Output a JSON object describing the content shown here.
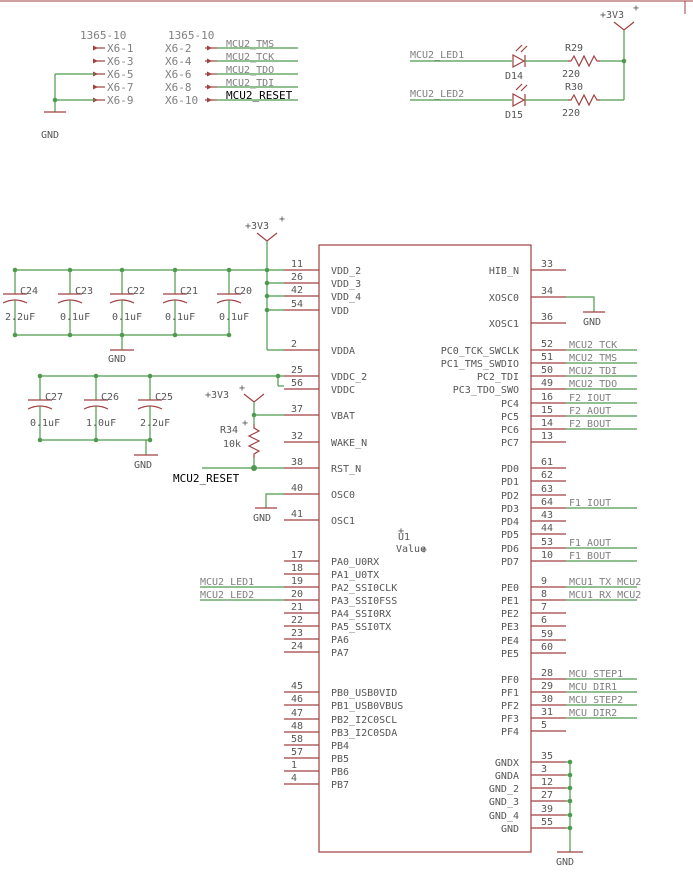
{
  "header": {
    "conn_a_title": "1365-10",
    "conn_b_title": "1365-10",
    "conn_a_pins": [
      "X6-1",
      "X6-3",
      "X6-5",
      "X6-7",
      "X6-9"
    ],
    "conn_b_pins": [
      "X6-2",
      "X6-4",
      "X6-6",
      "X6-8",
      "X6-10"
    ],
    "conn_b_nets": [
      "MCU2_TMS",
      "MCU2_TCK",
      "MCU2_TDO",
      "MCU2_TDI",
      "MCU2_RESET"
    ],
    "gnd_label": "GND"
  },
  "leds": {
    "supply": "+3V3",
    "rows": [
      {
        "net": "MCU2_LED1",
        "led": "D14",
        "res": "R29",
        "value": "220"
      },
      {
        "net": "MCU2_LED2",
        "led": "D15",
        "res": "R30",
        "value": "220"
      }
    ]
  },
  "caps_top": {
    "supply": "+3V3",
    "gnd": "GND",
    "items": [
      {
        "name": "C24",
        "value": "2.2uF"
      },
      {
        "name": "C23",
        "value": "0.1uF"
      },
      {
        "name": "C22",
        "value": "0.1uF"
      },
      {
        "name": "C21",
        "value": "0.1uF"
      },
      {
        "name": "C20",
        "value": "0.1uF"
      }
    ]
  },
  "caps_bottom": {
    "gnd": "GND",
    "items": [
      {
        "name": "C27",
        "value": "0.1uF"
      },
      {
        "name": "C26",
        "value": "1.0uF"
      },
      {
        "name": "C25",
        "value": "2.2uF"
      }
    ]
  },
  "reset": {
    "supply": "+3V3",
    "res": "R34",
    "value": "10k",
    "net": "MCU2_RESET",
    "gnd": "GND"
  },
  "chip": {
    "name": "U1",
    "value": "Value",
    "left_pins": [
      {
        "num": "11",
        "label": "VDD_2"
      },
      {
        "num": "26",
        "label": "VDD_3"
      },
      {
        "num": "42",
        "label": "VDD_4"
      },
      {
        "num": "54",
        "label": "VDD"
      },
      {
        "num": "2",
        "label": "VDDA"
      },
      {
        "num": "25",
        "label": "VDDC_2"
      },
      {
        "num": "56",
        "label": "VDDC"
      },
      {
        "num": "37",
        "label": "VBAT"
      },
      {
        "num": "32",
        "label": "WAKE_N"
      },
      {
        "num": "38",
        "label": "RST_N"
      },
      {
        "num": "40",
        "label": "OSC0"
      },
      {
        "num": "41",
        "label": "OSC1"
      },
      {
        "num": "17",
        "label": "PA0_U0RX"
      },
      {
        "num": "18",
        "label": "PA1_U0TX"
      },
      {
        "num": "19",
        "label": "PA2_SSI0CLK"
      },
      {
        "num": "20",
        "label": "PA3_SSI0FSS"
      },
      {
        "num": "21",
        "label": "PA4_SSI0RX"
      },
      {
        "num": "22",
        "label": "PA5_SSI0TX"
      },
      {
        "num": "23",
        "label": "PA6"
      },
      {
        "num": "24",
        "label": "PA7"
      },
      {
        "num": "45",
        "label": "PB0_USB0VID"
      },
      {
        "num": "46",
        "label": "PB1_USB0VBUS"
      },
      {
        "num": "47",
        "label": "PB2_I2C0SCL"
      },
      {
        "num": "48",
        "label": "PB3_I2C0SDA"
      },
      {
        "num": "58",
        "label": "PB4"
      },
      {
        "num": "57",
        "label": "PB5"
      },
      {
        "num": "1",
        "label": "PB6"
      },
      {
        "num": "4",
        "label": "PB7"
      }
    ],
    "left_nets": {
      "pa2": "MCU2_LED1",
      "pa3": "MCU2_LED2",
      "rst": "MCU2_RESET"
    },
    "right_pins": [
      {
        "num": "33",
        "label": "HIB_N",
        "net": ""
      },
      {
        "num": "34",
        "label": "XOSC0",
        "net": ""
      },
      {
        "num": "36",
        "label": "XOSC1",
        "net": ""
      },
      {
        "num": "52",
        "label": "PC0_TCK_SWCLK",
        "net": "MCU2_TCK"
      },
      {
        "num": "51",
        "label": "PC1_TMS_SWDIO",
        "net": "MCU2_TMS"
      },
      {
        "num": "50",
        "label": "PC2_TDI",
        "net": "MCU2_TDI"
      },
      {
        "num": "49",
        "label": "PC3_TDO_SWO",
        "net": "MCU2_TDO"
      },
      {
        "num": "16",
        "label": "PC4",
        "net": "F2_IOUT"
      },
      {
        "num": "15",
        "label": "PC5",
        "net": "F2_AOUT"
      },
      {
        "num": "14",
        "label": "PC6",
        "net": "F2_BOUT"
      },
      {
        "num": "13",
        "label": "PC7",
        "net": ""
      },
      {
        "num": "61",
        "label": "PD0",
        "net": ""
      },
      {
        "num": "62",
        "label": "PD1",
        "net": ""
      },
      {
        "num": "63",
        "label": "PD2",
        "net": ""
      },
      {
        "num": "64",
        "label": "PD3",
        "net": "F1_IOUT"
      },
      {
        "num": "43",
        "label": "PD4",
        "net": ""
      },
      {
        "num": "44",
        "label": "PD5",
        "net": ""
      },
      {
        "num": "53",
        "label": "PD6",
        "net": "F1_AOUT"
      },
      {
        "num": "10",
        "label": "PD7",
        "net": "F1_BOUT"
      },
      {
        "num": "9",
        "label": "PE0",
        "net": "MCU1_TX_MCU2"
      },
      {
        "num": "8",
        "label": "PE1",
        "net": "MCU1_RX_MCU2"
      },
      {
        "num": "7",
        "label": "PE2",
        "net": ""
      },
      {
        "num": "6",
        "label": "PE3",
        "net": ""
      },
      {
        "num": "59",
        "label": "PE4",
        "net": ""
      },
      {
        "num": "60",
        "label": "PE5",
        "net": ""
      },
      {
        "num": "28",
        "label": "PF0",
        "net": "MCU_STEP1"
      },
      {
        "num": "29",
        "label": "PF1",
        "net": "MCU_DIR1"
      },
      {
        "num": "30",
        "label": "PF2",
        "net": "MCU_STEP2"
      },
      {
        "num": "31",
        "label": "PF3",
        "net": "MCU_DIR2"
      },
      {
        "num": "5",
        "label": "PF4",
        "net": ""
      },
      {
        "num": "35",
        "label": "GNDX",
        "net": ""
      },
      {
        "num": "3",
        "label": "GNDA",
        "net": ""
      },
      {
        "num": "12",
        "label": "GND_2",
        "net": ""
      },
      {
        "num": "27",
        "label": "GND_3",
        "net": ""
      },
      {
        "num": "39",
        "label": "GND_4",
        "net": ""
      },
      {
        "num": "55",
        "label": "GND",
        "net": ""
      }
    ],
    "xosc_gnd": "GND",
    "gnd_bottom": "GND"
  }
}
